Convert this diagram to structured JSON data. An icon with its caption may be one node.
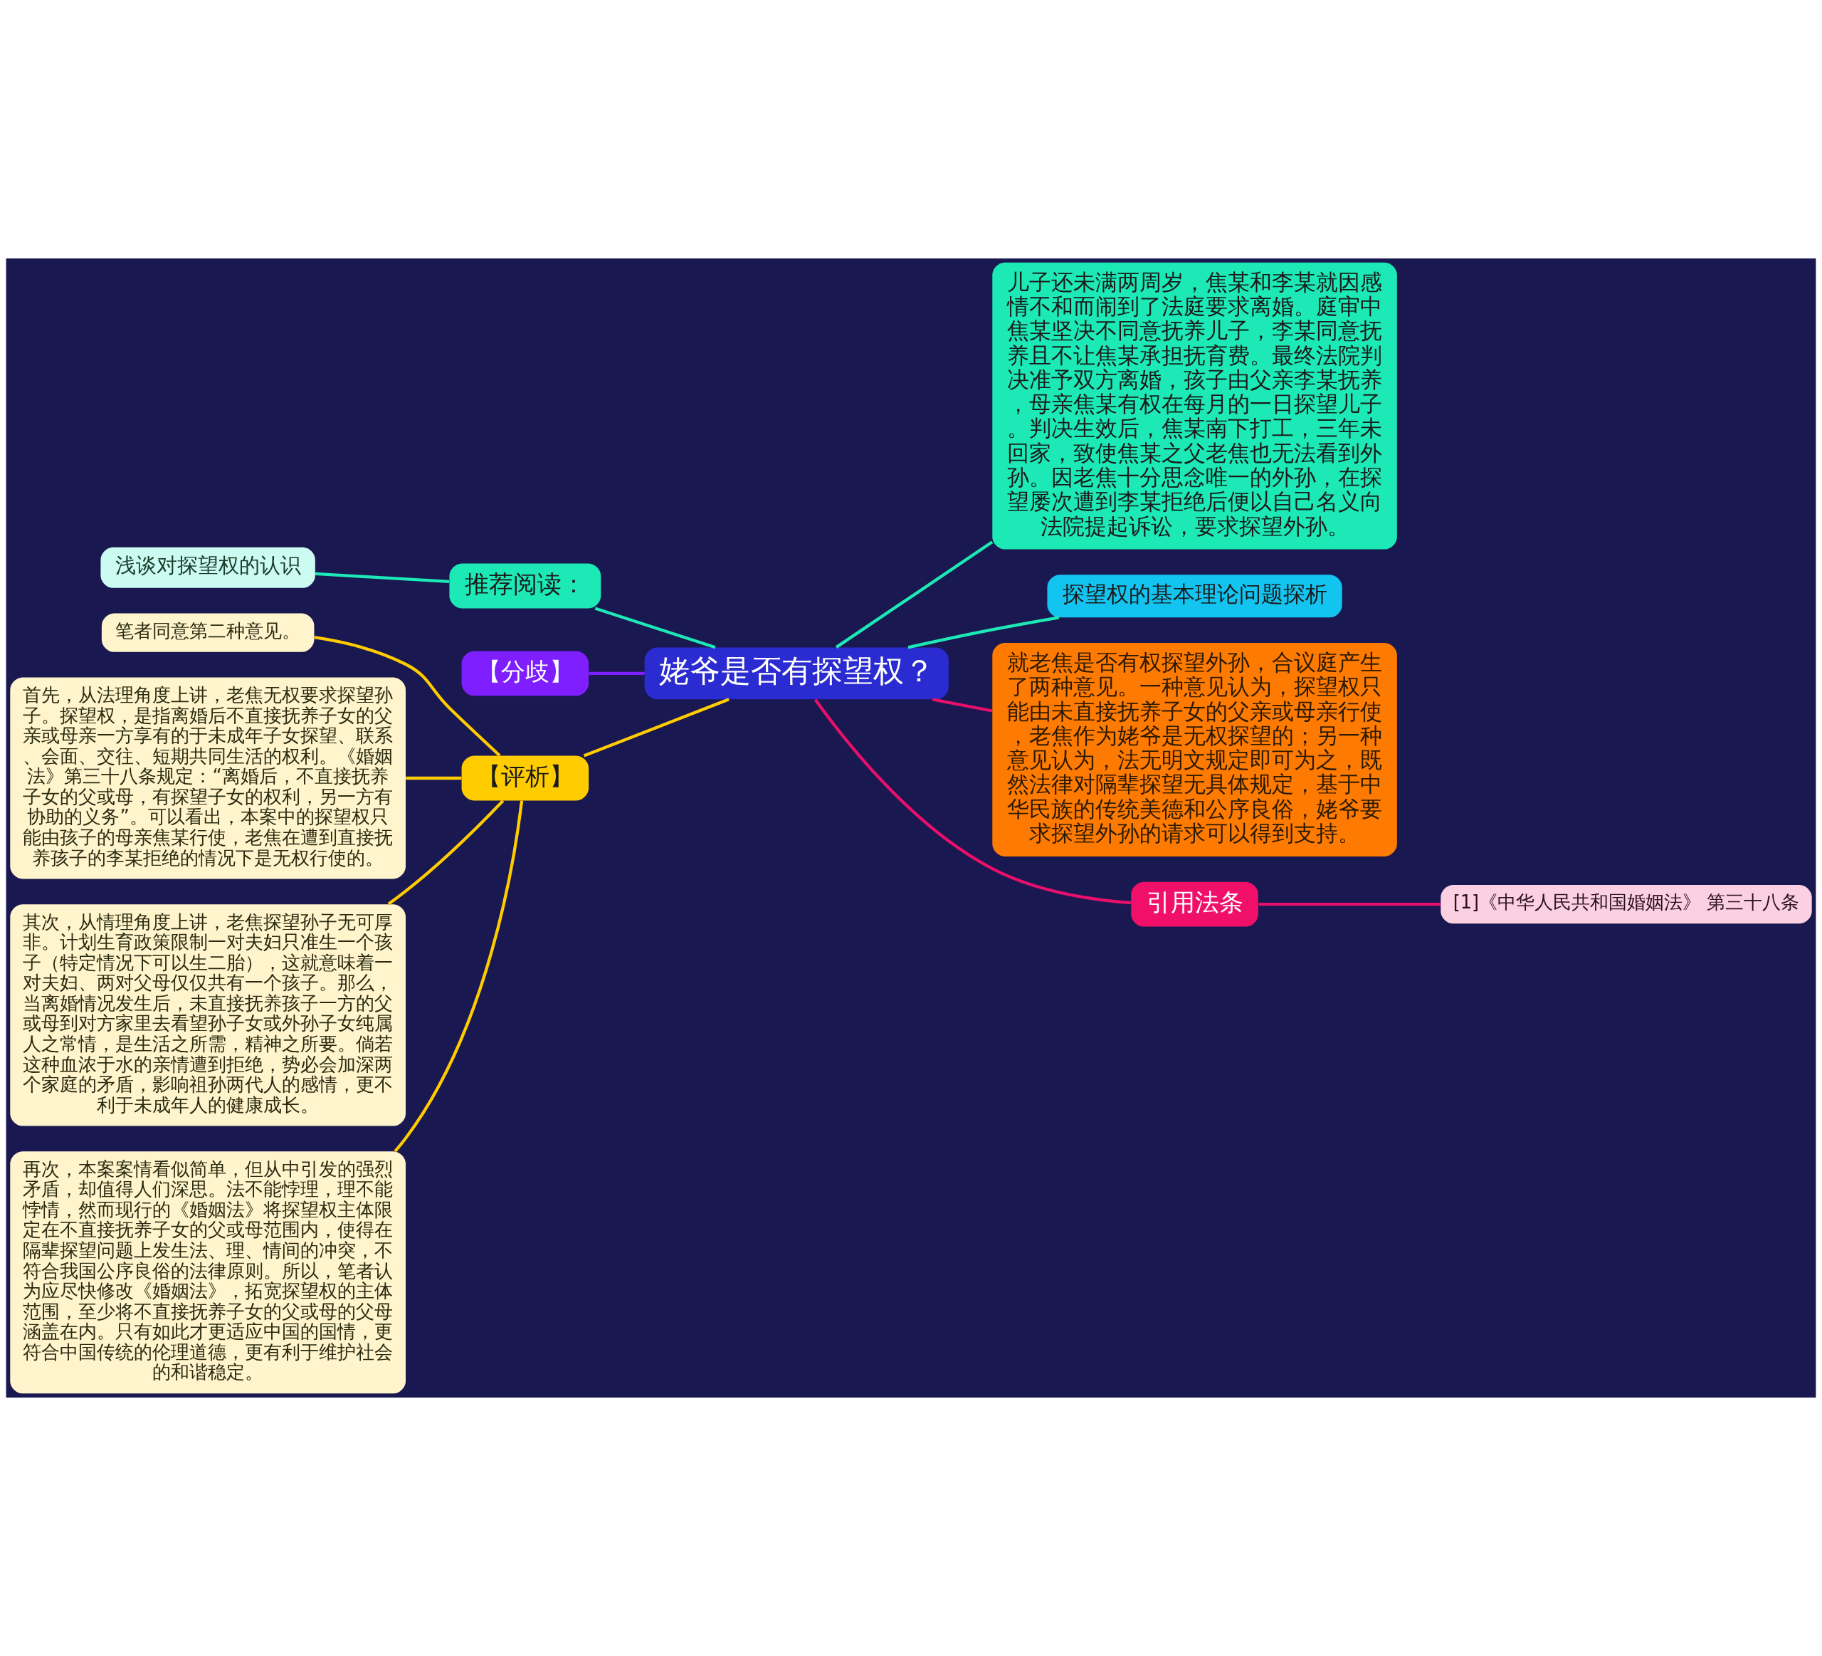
{
  "diagram": {
    "nodes": [
      {
        "text": [
          "姥爷是否有探望权？"
        ]
      },
      {
        "text": [
          "推荐阅读："
        ]
      },
      {
        "text": [
          "浅谈对探望权的认识"
        ]
      },
      {
        "text": [
          "【分歧】"
        ]
      },
      {
        "text": [
          "【评析】"
        ]
      },
      {
        "text": [
          "笔者同意第二种意见。"
        ]
      },
      {
        "text": [
          "首先，从法理角度上讲，老焦无权要求探望孙子。探望权，是指离婚后不直接抚养子女的父亲或母亲一方享有的于未成年子女探望、联系、会面、交往、短期共同生活的权利。《婚姻法》第三十八条规定：“离婚后，不直接抚养子女的父或母，有探望子女的权利，另一方有协助的义务”。可以看出，本案中的探望权只能由孩子的母亲焦某行使，老焦在遭到直接抚养孩子的李某拒绝的情况下是无权行使的。"
        ]
      },
      {
        "text": [
          "其次，从情理角度上讲，老焦探望孙子无可厚非。计划生育政策限制一对夫妇只准生一个孩子（特定情况下可以生二胎），这就意味着一对夫妇、两对父母仅仅共有一个孩子。那么，当离婚情况发生后，未直接抚养孩子一方的父或母到对方家里去看望孙子女或外孙子女纯属人之常情，是生活之所需，精神之所要。倘若这种血浓于水的亲情遭到拒绝，势必会加深两个家庭的矛盾，影响祖孙两代人的感情，更不利于未成年人的健康成长。"
        ]
      },
      {
        "text": [
          "再次，本案案情看似简单，但从中引发的强烈矛盾，却值得人们深思。法不能悖理，理不能悖情，然而现行的《婚姻法》将探望权主体限定在不直接抚养子女的父或母范围内，使得在隔辈探望问题上发生法、理、情间的冲突，不符合我国公序良俗的法律原则。所以，笔者认为应尽快修改《婚姻法》，拓宽探望权的主体范围，至少将不直接抚养子女的父或母的父母涵盖在内。只有如此才更适应中国的国情，更符合中国传统的伦理道德，更有利于维护社会的和谐稳定。"
        ]
      },
      {
        "text": [
          "儿子还未满两周岁，焦某和李某就因感情不和而闹到了法庭要求离婚。庭审中焦某坚决不同意抚养儿子，李某同意抚养且不让焦某承担抚育费。最终法院判决准予双方离婚，孩子由父亲李某抚养，母亲焦某有权在每月的一日探望儿子。判决生效后，焦某南下打工，三年未回家，致使焦某之父老焦也无法看到外孙。因老焦十分思念唯一的外孙，在探望屡次遭到李某拒绝后便以自己名义向法院提起诉讼，要求探望外孙。"
        ]
      },
      {
        "text": [
          "探望权的基本理论问题探析"
        ]
      },
      {
        "text": [
          "就老焦是否有权探望外孙，合议庭产生了两种意见。一种意见认为，探望权只能由未直接抚养子女的父亲或母亲行使，老焦作为姥爷是无权探望的；另一种意见认为，法无明文规定即可为之，既然法律对隔辈探望无具体规定，基于中华民族的传统美德和公序良俗，姥爷要求探望外孙的请求可以得到支持。"
        ]
      },
      {
        "text": [
          "引用法条"
        ]
      },
      {
        "text": [
          "[1]《中华人民共和国婚姻法》 第三十八条"
        ]
      }
    ],
    "edges": [
      {
        "from": 0,
        "to": 1,
        "arrow": "none",
        "color": "#1de9b6"
      },
      {
        "from": 1,
        "to": 2,
        "arrow": "none",
        "color": "#1de9b6"
      },
      {
        "from": 0,
        "to": 3,
        "arrow": "none",
        "color": "#7f1fff"
      },
      {
        "from": 0,
        "to": 4,
        "arrow": "none",
        "color": "#ffcc00"
      },
      {
        "from": 4,
        "to": 5,
        "arrow": "none",
        "color": "#ffcc00"
      },
      {
        "from": 4,
        "to": 6,
        "arrow": "none",
        "color": "#ffcc00"
      },
      {
        "from": 4,
        "to": 7,
        "arrow": "none",
        "color": "#ffcc00"
      },
      {
        "from": 4,
        "to": 8,
        "arrow": "none",
        "color": "#ffcc00"
      },
      {
        "from": 0,
        "to": 9,
        "arrow": "none",
        "color": "#1de9b6"
      },
      {
        "from": 0,
        "to": 10,
        "arrow": "none",
        "color": "#1de9b6"
      },
      {
        "from": 0,
        "to": 11,
        "arrow": "none",
        "color": "#e8106a"
      },
      {
        "from": 0,
        "to": 12,
        "arrow": "none",
        "color": "#e8106a"
      },
      {
        "from": 12,
        "to": 13,
        "arrow": "none",
        "color": "#e8106a"
      }
    ]
  }
}
